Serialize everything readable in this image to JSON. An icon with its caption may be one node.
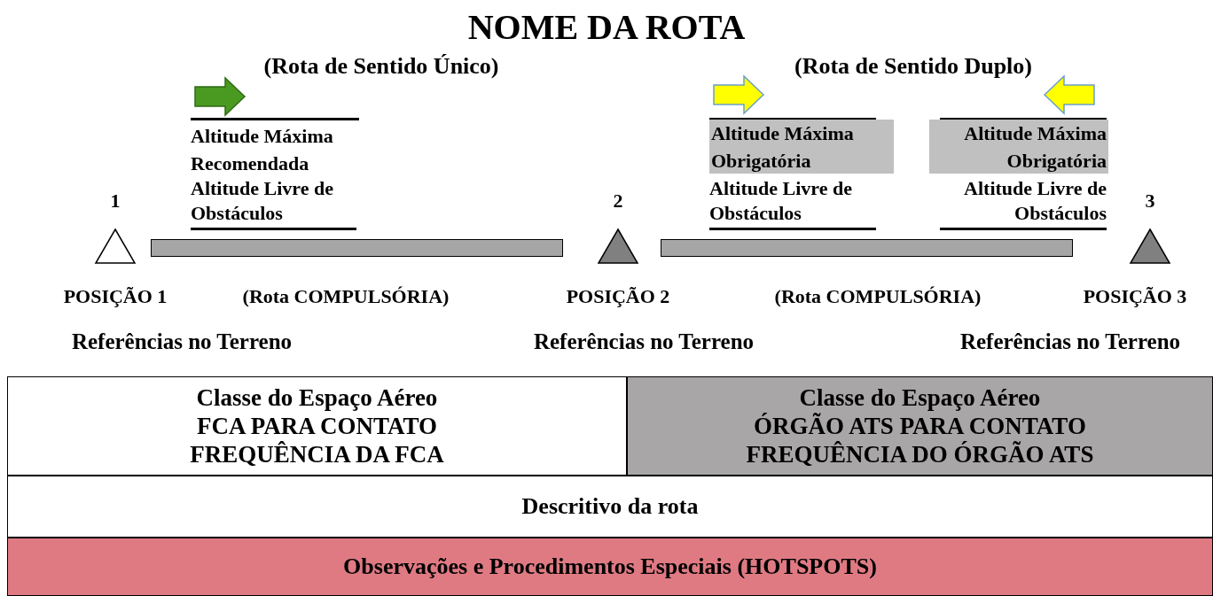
{
  "diagram": {
    "title": "NOME DA ROTA",
    "nodes": [
      {
        "text": [
          "Altitude Máxima Obrigatória"
        ]
      },
      {
        "text": [
          "Altitude Máxima Obrigatória"
        ]
      },
      {
        "text": [
          "1",
          "POSIÇÃO 1"
        ],
        "beside": [
          "Referências no Terreno"
        ]
      },
      {
        "text": [],
        "shape": "bar",
        "beside": [
          "(Rota COMPULSÓRIA)"
        ]
      },
      {
        "text": [
          "2",
          "POSIÇÃO 2"
        ],
        "beside": [
          "Referências no Terreno"
        ]
      },
      {
        "text": [],
        "shape": "bar",
        "beside": [
          "(Rota COMPULSÓRIA)"
        ]
      },
      {
        "text": [
          "3",
          "POSIÇÃO 3"
        ],
        "beside": [
          "Referências no Terreno"
        ]
      },
      {
        "text": [
          "Classe do Espaço Aéreo",
          "FCA PARA CONTATO",
          "FREQUÊNCIA DA FCA"
        ]
      },
      {
        "text": [
          "Classe do Espaço Aéreo",
          "ÓRGÃO ATS PARA CONTATO",
          "FREQUÊNCIA DO ÓRGÃO ATS"
        ]
      },
      {
        "text": [
          "Descritivo da rota"
        ]
      },
      {
        "text": [
          "Observações e Procedimentos Especiais (HOTSPOTS)"
        ]
      }
    ],
    "labels": [
      "(Rota de Sentido Único)",
      "(Rota de Sentido Duplo)",
      "Altitude Máxima Recomendada",
      "Altitude Livre de Obstáculos",
      "Altitude Livre de Obstáculos",
      "Altitude Livre de Obstáculos"
    ]
  }
}
